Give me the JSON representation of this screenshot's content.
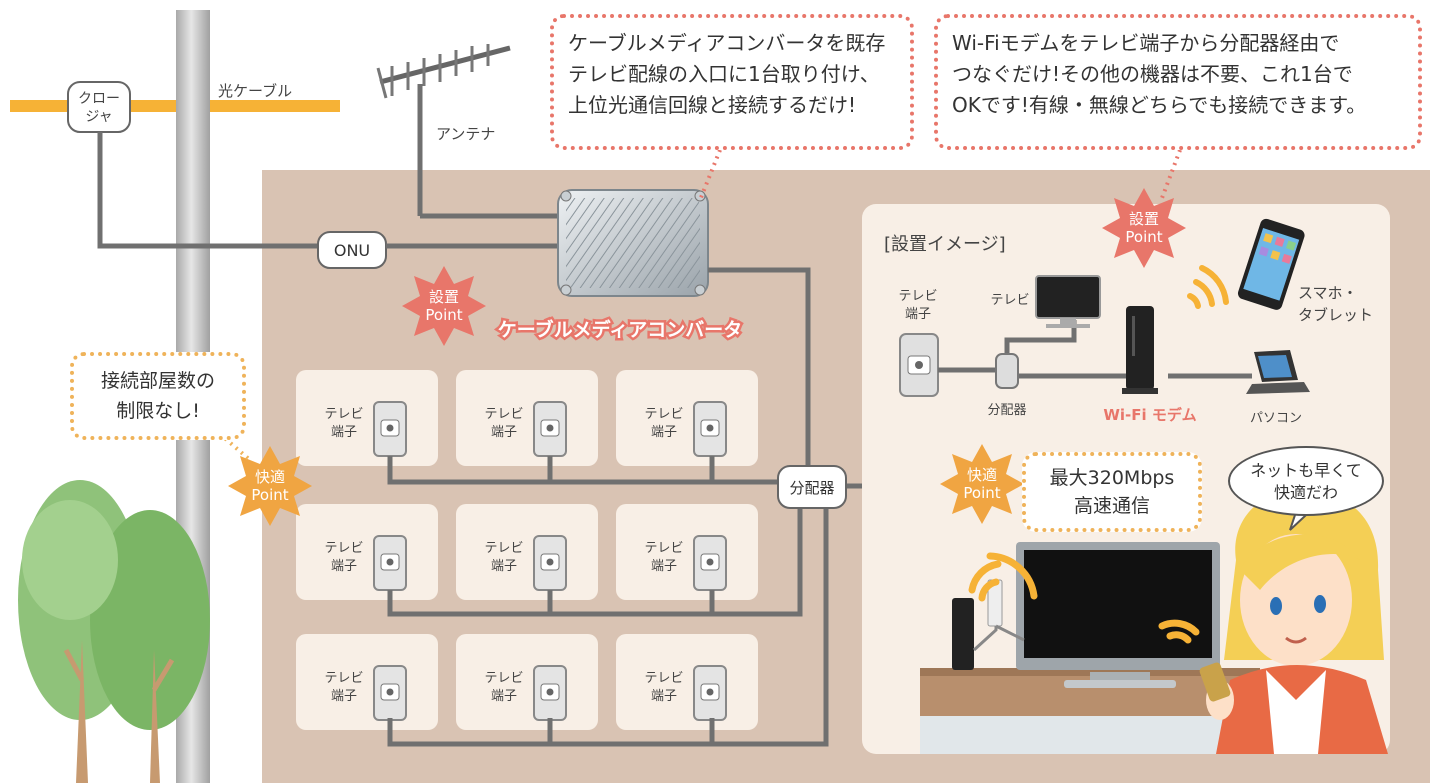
{
  "outdoor": {
    "closure_label": "クロー\nジャ",
    "fiber_label": "光ケーブル",
    "antenna_label": "アンテナ",
    "onu_label": "ONU"
  },
  "callouts": {
    "converter_note": "ケーブルメディアコンバータを既存\nテレビ配線の入口に1台取り付け、\n上位光通信回線と接続するだけ!",
    "modem_note": "Wi-Fiモデムをテレビ端子から分配器経由で\nつなぐだけ!その他の機器は不要、これ1台で\nOKです!有線・無線どちらでも接続できます。",
    "rooms_note": "接続部屋数の\n制限なし!",
    "speed_note_1": "最大320Mbps",
    "speed_note_2": "高速通信",
    "speech": "ネットも早くて\n快適だわ"
  },
  "badges": {
    "setup_1": "設置",
    "setup_2": "Point",
    "comfort_1": "快適",
    "comfort_2": "Point"
  },
  "building": {
    "converter_label": "ケーブルメディアコンバータ",
    "splitter_label": "分配器",
    "outlet_label_1": "テレビ",
    "outlet_label_2": "端子"
  },
  "install_image": {
    "title": "[設置イメージ]",
    "outlet_1": "テレビ",
    "outlet_2": "端子",
    "tv_label": "テレビ",
    "splitter_label": "分配器",
    "modem_label": "Wi-Fi モデム",
    "pc_label": "パソコン",
    "phone_label_1": "スマホ・",
    "phone_label_2": "タブレット"
  },
  "colors": {
    "accent_red": "#e8766a",
    "accent_orange": "#f0a542",
    "building_bg": "#d9c3b3",
    "room_bg": "#f8efe6",
    "cable_yellow": "#f6b236",
    "pole_gray": "#c8c8c8",
    "wire_gray": "#707070"
  }
}
